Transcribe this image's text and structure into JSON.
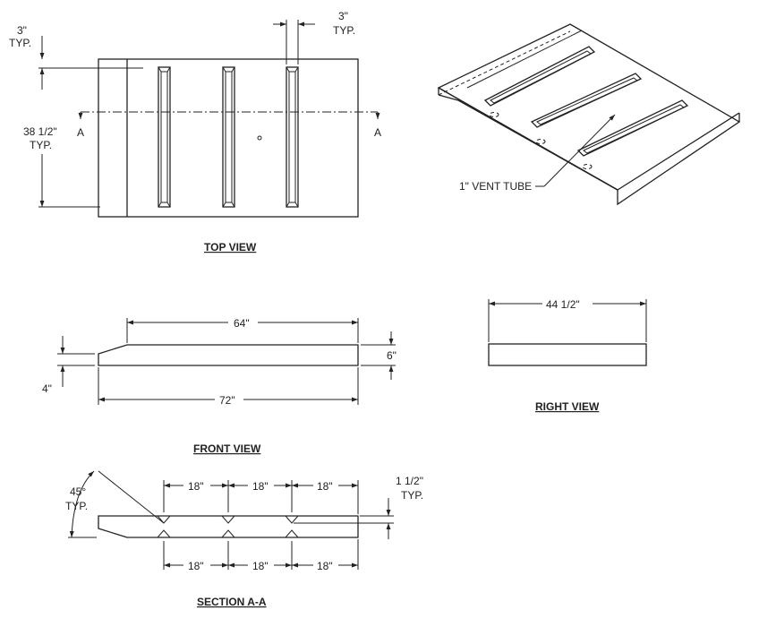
{
  "top_view": {
    "title": "TOP VIEW",
    "dim_top_left": "3\"",
    "dim_top_left_typ": "TYP.",
    "dim_top_right": "3\"",
    "dim_top_right_typ": "TYP.",
    "dim_height": "38 1/2\"",
    "dim_height_typ": "TYP.",
    "section_left": "A",
    "section_right": "A"
  },
  "iso_view": {
    "vent_label": "1\" VENT TUBE"
  },
  "front_view": {
    "title": "FRONT VIEW",
    "dim_top": "64\"",
    "dim_bottom": "72\"",
    "dim_right": "6\"",
    "dim_left": "4\""
  },
  "right_view": {
    "title": "RIGHT VIEW",
    "dim_width": "44 1/2\""
  },
  "section_aa": {
    "title": "SECTION A-A",
    "angle": "45°",
    "angle_typ": "TYP.",
    "depth": "1 1/2\"",
    "depth_typ": "TYP.",
    "top_spacing": [
      "18\"",
      "18\"",
      "18\""
    ],
    "bottom_spacing": [
      "18\"",
      "18\"",
      "18\""
    ]
  }
}
